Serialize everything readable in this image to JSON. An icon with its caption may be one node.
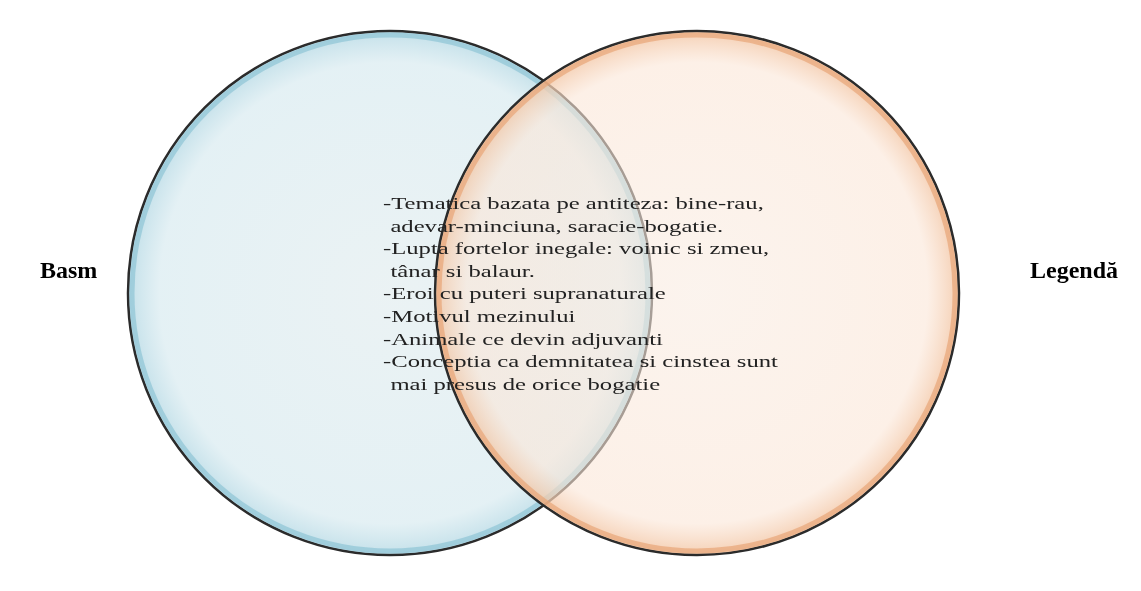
{
  "diagram": {
    "nodes": [
      {
        "text": [
          "Basm"
        ]
      },
      {
        "text": [
          "Legendă"
        ]
      }
    ],
    "edges": [],
    "labels": [
      "-Tematica bazata pe antiteza: bine-rau, adevar-minciuna, saracie-bogatie.",
      "-Lupta fortelor inegale: voinic si zmeu, tânar si balaur.",
      "-Eroi cu puteri supranaturale",
      "-Motivul mezinului",
      "-Animale ce devin adjuvanti",
      "-Conceptia ca demnitatea si cinstea sunt mai presus de orice bogatie"
    ]
  }
}
